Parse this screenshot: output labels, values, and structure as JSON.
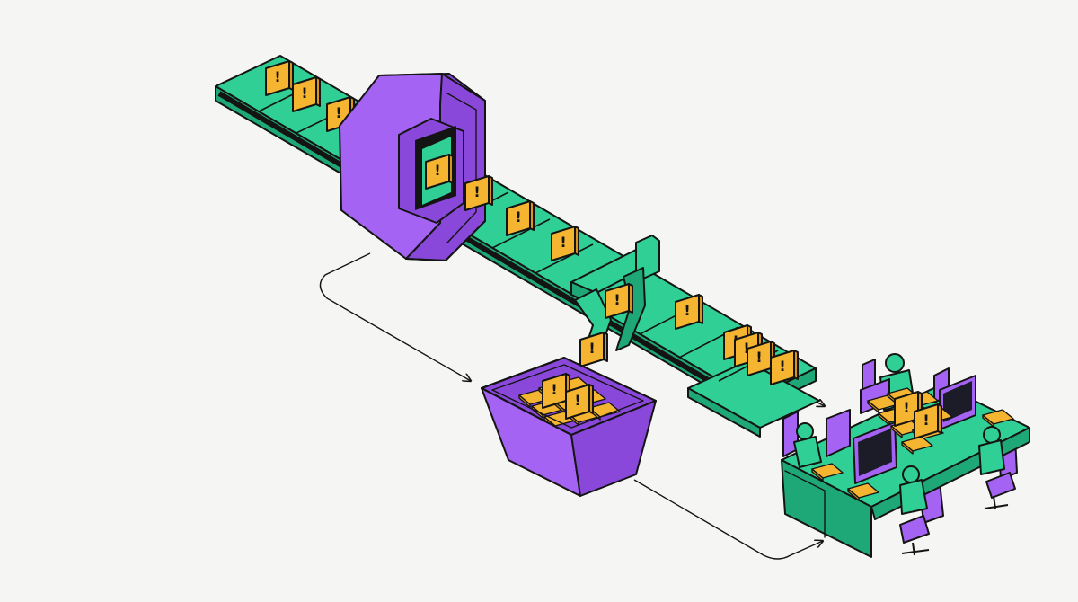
{
  "scene": {
    "description_alt": "",
    "colors": {
      "background": "#f5f5f4",
      "belt_green": "#2fcf95",
      "belt_green_dark": "#1fa877",
      "machine_purple": "#a463f2",
      "machine_purple_dark": "#8a48db",
      "machine_purple_light": "#c08cf7",
      "alert_yellow": "#f5b531",
      "alert_yellow_dark": "#d9941d",
      "ink": "#141414",
      "screen": "#1c1c28"
    },
    "alert_glyph": "!",
    "icons": [
      "alert-card-icon",
      "filter-machine",
      "rejection-bin",
      "robotic-gripper",
      "analyst-desk",
      "flow-arrow"
    ]
  }
}
